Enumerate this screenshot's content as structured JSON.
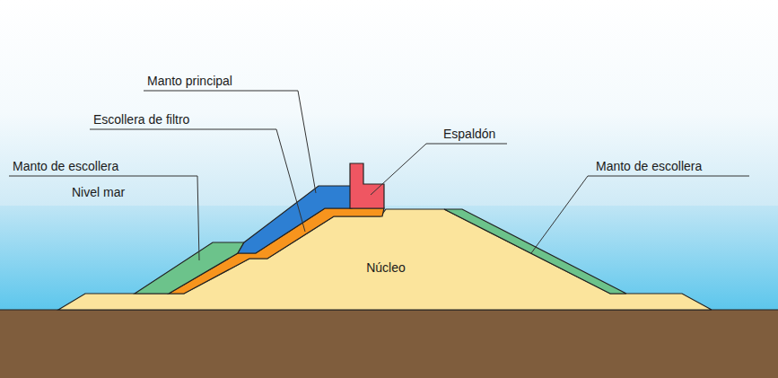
{
  "diagram": {
    "nodes": [
      {
        "text": [
          "Núcleo"
        ]
      }
    ],
    "labels": [
      "Manto principal",
      "Escollera de filtro",
      "Manto de escollera",
      "Nivel mar",
      "Espaldón",
      "Manto de escollera"
    ]
  }
}
